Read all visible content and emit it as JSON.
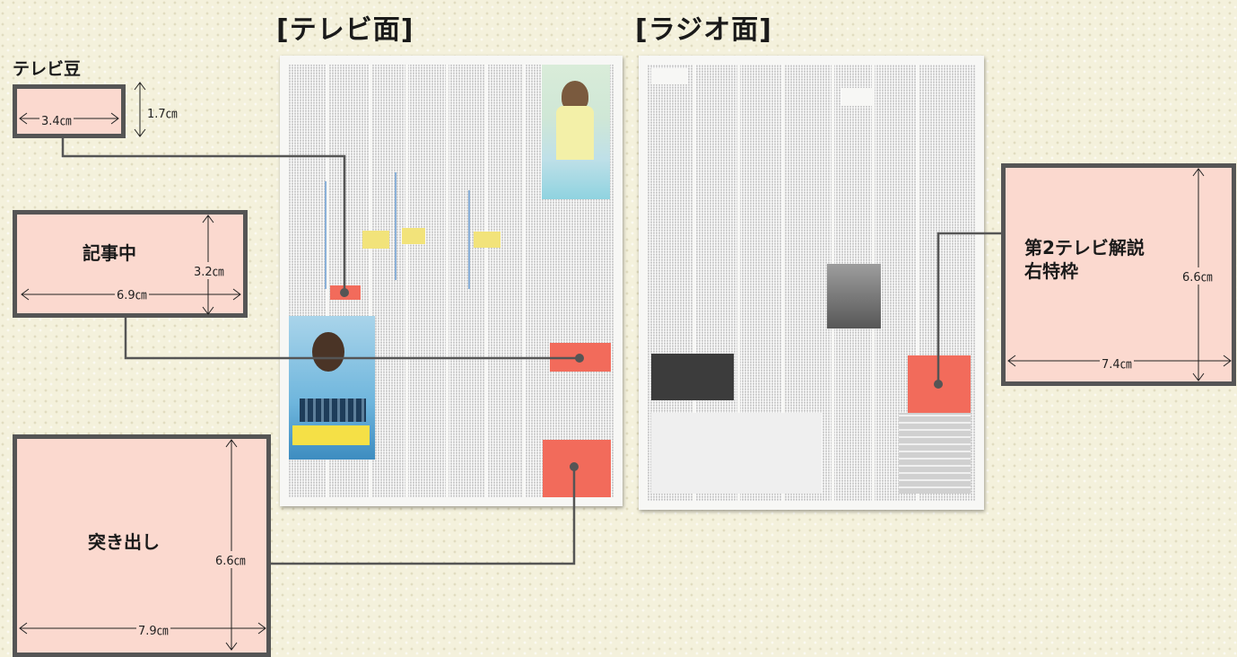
{
  "titles": {
    "tv_page": "[テレビ面]",
    "radio_page": "[ラジオ面]"
  },
  "ad_units": {
    "tv_mame": {
      "label": "テレビ豆",
      "width": "3.4㎝",
      "height": "1.7㎝"
    },
    "kiji_naka": {
      "label": "記事中",
      "width": "6.9㎝",
      "height": "3.2㎝"
    },
    "tsukidashi": {
      "label": "突き出し",
      "width": "7.9㎝",
      "height": "6.6㎝"
    },
    "second_tv": {
      "label_line1": "第2テレビ解説",
      "label_line2": "右特枠",
      "width": "7.4㎝",
      "height": "6.6㎝"
    }
  },
  "colors": {
    "highlight": "#f26b5b",
    "box_fill": "#fbd9cf",
    "box_border": "#555555",
    "leader_line": "#555555"
  }
}
